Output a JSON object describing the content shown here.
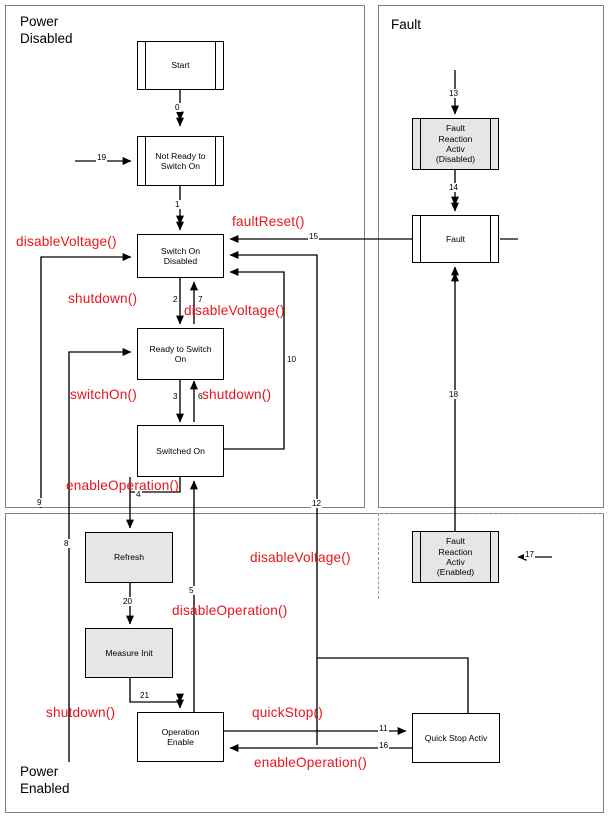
{
  "diagram": {
    "title": "CiA 402 Drive State Machine",
    "accent_red": "#e8141c",
    "state_fill_gray": "#e6e6e6",
    "panel_border": "#808080"
  },
  "panels": [
    {
      "id": "power-disabled",
      "label": "Power\nDisabled",
      "style": "solid"
    },
    {
      "id": "fault",
      "label": "Fault",
      "style": "solid"
    },
    {
      "id": "power-enabled",
      "label": "Power\nEnabled",
      "style": "solid"
    },
    {
      "id": "fault-enabled",
      "label": "",
      "style": "dashed"
    }
  ],
  "states": [
    {
      "id": "start",
      "label": "Start",
      "fill": "white",
      "bars": true
    },
    {
      "id": "not-ready",
      "label": "Not Ready to\nSwitch On",
      "fill": "white",
      "bars": true
    },
    {
      "id": "switch-on-disabled",
      "label": "Switch On\nDisabled",
      "fill": "white",
      "bars": false
    },
    {
      "id": "ready-to-switch-on",
      "label": "Ready to Switch\nOn",
      "fill": "white",
      "bars": false
    },
    {
      "id": "switched-on",
      "label": "Switched On",
      "fill": "white",
      "bars": false
    },
    {
      "id": "refresh",
      "label": "Refresh",
      "fill": "gray",
      "bars": false
    },
    {
      "id": "measure-init",
      "label": "Measure Init",
      "fill": "gray",
      "bars": false
    },
    {
      "id": "operation-enable",
      "label": "Operation Enable",
      "fill": "white",
      "bars": false
    },
    {
      "id": "quick-stop-activ",
      "label": "Quick Stop Activ",
      "fill": "white",
      "bars": false
    },
    {
      "id": "fault-reaction-disabled",
      "label": "Fault\nReaction\nActiv\n(Disabled)",
      "fill": "gray",
      "bars": true
    },
    {
      "id": "fault",
      "label": "Fault",
      "fill": "white",
      "bars": true
    },
    {
      "id": "fault-reaction-enabled",
      "label": "Fault\nReaction\nActiv\n(Enabled)",
      "fill": "gray",
      "bars": true
    }
  ],
  "transition_numbers": [
    "0",
    "1",
    "2",
    "3",
    "4",
    "5",
    "6",
    "7",
    "8",
    "9",
    "10",
    "11",
    "12",
    "13",
    "14",
    "15",
    "16",
    "17",
    "18",
    "19",
    "20",
    "21"
  ],
  "events": [
    {
      "id": "ev-disable-voltage-1",
      "text": "disableVoltage()"
    },
    {
      "id": "ev-fault-reset",
      "text": "faultReset()"
    },
    {
      "id": "ev-shutdown-1",
      "text": "shutdown()"
    },
    {
      "id": "ev-disable-voltage-2",
      "text": "disableVoltage()"
    },
    {
      "id": "ev-switch-on",
      "text": "switchOn()"
    },
    {
      "id": "ev-shutdown-2",
      "text": "shutdown()"
    },
    {
      "id": "ev-enable-operation-1",
      "text": "enableOperation()"
    },
    {
      "id": "ev-disable-voltage-3",
      "text": "disableVoltage()"
    },
    {
      "id": "ev-disable-operation",
      "text": "disableOperation()"
    },
    {
      "id": "ev-shutdown-3",
      "text": "shutdown()"
    },
    {
      "id": "ev-quick-stop",
      "text": "quickStop()"
    },
    {
      "id": "ev-enable-operation-2",
      "text": "enableOperation()"
    }
  ],
  "labels": {
    "power_disabled_l1": "Power",
    "power_disabled_l2": "Disabled",
    "fault_panel": "Fault",
    "power_enabled_l1": "Power",
    "power_enabled_l2": "Enabled",
    "start": "Start",
    "not_ready_l1": "Not Ready to",
    "not_ready_l2": "Switch On",
    "switch_on_disabled_l1": "Switch On",
    "switch_on_disabled_l2": "Disabled",
    "ready_l1": "Ready to Switch",
    "ready_l2": "On",
    "switched_on": "Switched On",
    "refresh": "Refresh",
    "measure_init": "Measure Init",
    "operation_enable": "Operation Enable",
    "quick_stop_activ": "Quick Stop Activ",
    "fra_d_l1": "Fault",
    "fra_d_l2": "Reaction",
    "fra_d_l3": "Activ",
    "fra_d_l4": "(Disabled)",
    "fault_state": "Fault",
    "fra_e_l1": "Fault",
    "fra_e_l2": "Reaction",
    "fra_e_l3": "Activ",
    "fra_e_l4": "(Enabled)",
    "n0": "0",
    "n1": "1",
    "n2": "2",
    "n3": "3",
    "n4": "4",
    "n5": "5",
    "n6": "6",
    "n7": "7",
    "n8": "8",
    "n9": "9",
    "n10": "10",
    "n11": "11",
    "n12": "12",
    "n13": "13",
    "n14": "14",
    "n15": "15",
    "n16": "16",
    "n17": "17",
    "n18": "18",
    "n19": "19",
    "n20": "20",
    "n21": "21",
    "e_disable_voltage_1": "disableVoltage()",
    "e_fault_reset": "faultReset()",
    "e_shutdown_1": "shutdown()",
    "e_disable_voltage_2": "disableVoltage()",
    "e_switch_on": "switchOn()",
    "e_shutdown_2": "shutdown()",
    "e_enable_operation_1": "enableOperation()",
    "e_disable_voltage_3": "disableVoltage()",
    "e_disable_operation": "disableOperation()",
    "e_shutdown_3": "shutdown()",
    "e_quick_stop": "quickStop()",
    "e_enable_operation_2": "enableOperation()"
  }
}
